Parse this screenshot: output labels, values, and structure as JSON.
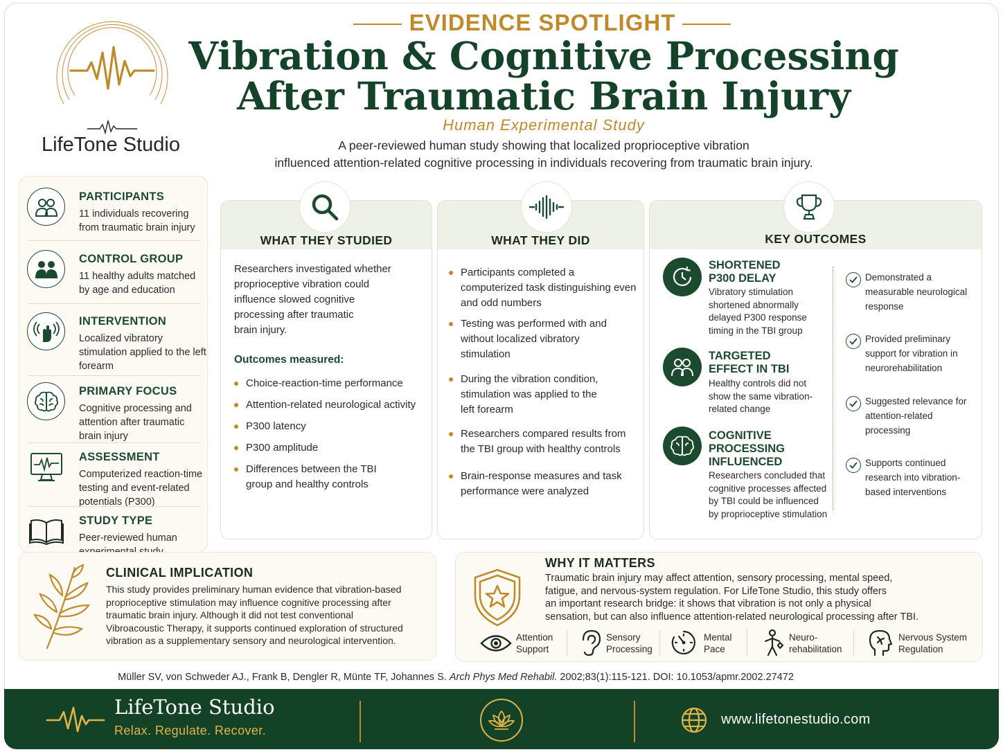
{
  "header": {
    "eyebrow": "EVIDENCE SPOTLIGHT",
    "title_line1": "Vibration & Cognitive Processing",
    "title_line2": "After Traumatic Brain Injury",
    "subtitle": "Human Experimental Study",
    "intro_line1": "A peer-reviewed human study showing that localized proprioceptive vibration",
    "intro_line2": "influenced attention-related cognitive processing in individuals recovering from traumatic brain injury."
  },
  "brand": {
    "name": "LifeTone Studio",
    "logo_icon": "waveform-icon"
  },
  "sidebar": {
    "items": [
      {
        "title": "PARTICIPANTS",
        "text": "11 individuals recovering from traumatic brain injury",
        "icon": "people-icon"
      },
      {
        "title": "CONTROL GROUP",
        "text": "11 healthy adults matched by age and education",
        "icon": "group-icon"
      },
      {
        "title": "INTERVENTION",
        "text": "Localized vibratory stimulation applied to the left forearm",
        "icon": "vibration-hand-icon"
      },
      {
        "title": "PRIMARY FOCUS",
        "text": "Cognitive processing and attention after traumatic brain injury",
        "icon": "brain-icon"
      },
      {
        "title": "ASSESSMENT",
        "text": "Computerized reaction-time testing and event-related potentials (P300)",
        "icon": "monitor-icon"
      },
      {
        "title": "STUDY TYPE",
        "text": "Peer-reviewed human experimental study",
        "icon": "book-icon"
      }
    ]
  },
  "studied": {
    "heading": "WHAT THEY STUDIED",
    "icon": "search-icon",
    "lines": [
      "Researchers investigated whether",
      "proprioceptive vibration could",
      "influence slowed cognitive",
      "processing after traumatic",
      "brain injury."
    ],
    "outcomes_label": "Outcomes measured:",
    "outcomes": [
      "Choice-reaction-time performance",
      "Attention-related neurological activity",
      "P300 latency",
      "P300 amplitude",
      "Differences between the TBI group and healthy controls"
    ]
  },
  "did": {
    "heading": "WHAT THEY DID",
    "icon": "soundwave-icon",
    "items": [
      "Participants completed a computerized task distinguishing even and odd numbers",
      "Testing was performed with and without localized vibratory stimulation",
      "During the vibration condition, stimulation was applied to the left forearm",
      "Researchers compared results from the TBI group with healthy controls",
      "Brain-response measures and task performance were analyzed"
    ]
  },
  "outcomes": {
    "heading": "KEY OUTCOMES",
    "icon": "trophy-icon",
    "findings": [
      {
        "title": "SHORTENED P300 DELAY",
        "text": "Vibratory stimulation shortened abnormally delayed P300 response timing in the TBI group",
        "icon": "clock-icon"
      },
      {
        "title": "TARGETED EFFECT IN TBI",
        "text": "Healthy controls did not show the same vibration-related change",
        "icon": "people-icon"
      },
      {
        "title": "COGNITIVE PROCESSING INFLUENCED",
        "text": "Researchers concluded that cognitive processes affected by TBI could be influenced by proprioceptive stimulation",
        "icon": "brain-icon"
      }
    ],
    "checks": [
      "Demonstrated a measurable neurological response",
      "Provided preliminary support for vibration in neurorehabilitation",
      "Suggested relevance for attention-related processing",
      "Supports continued research into vibration-based interventions"
    ]
  },
  "clinical": {
    "heading": "CLINICAL IMPLICATION",
    "icon": "leaf-branch-icon",
    "lines": [
      "This study provides preliminary human evidence that vibration-based",
      "proprioceptive stimulation may influence cognitive processing after",
      "traumatic brain injury. Although it did not test conventional",
      "Vibroacoustic Therapy, it supports continued exploration of structured",
      "vibration as a supplementary sensory and neurological intervention."
    ]
  },
  "why": {
    "heading": "WHY IT MATTERS",
    "icon": "shield-star-icon",
    "lines": [
      "Traumatic brain injury may affect attention, sensory processing, mental speed,",
      "fatigue, and nervous-system regulation. For LifeTone Studio, this study offers",
      "an important research bridge: it shows that vibration is not only a physical",
      "sensation, but can also influence attention-related neurological processing after TBI."
    ],
    "items": [
      {
        "line1": "Attention",
        "line2": "Support",
        "icon": "eye-icon"
      },
      {
        "line1": "Sensory",
        "line2": "Processing",
        "icon": "ear-icon"
      },
      {
        "line1": "Mental",
        "line2": "Pace",
        "icon": "gauge-icon"
      },
      {
        "line1": "Neuro-",
        "line2": "rehabilitation",
        "icon": "person-recovery-icon"
      },
      {
        "line1": "Nervous System",
        "line2": "Regulation",
        "icon": "head-nerves-icon"
      }
    ]
  },
  "citation": {
    "authors": "Müller SV, von Schweder AJ., Frank B, Dengler R, Münte TF, Johannes S. ",
    "journal": "Arch Phys Med Rehabil.",
    "details": " 2002;83(1):115-121. DOI: 10.1053/apmr.2002.27472"
  },
  "footer": {
    "brand": "LifeTone Studio",
    "tagline": "Relax. Regulate. Recover.",
    "url": "www.lifetonestudio.com",
    "icons": [
      "waveform-icon",
      "lotus-icon",
      "globe-icon"
    ]
  },
  "colors": {
    "primary_green": "#1c4a2e",
    "accent_gold": "#c08a2a",
    "footer_green": "#134227"
  }
}
